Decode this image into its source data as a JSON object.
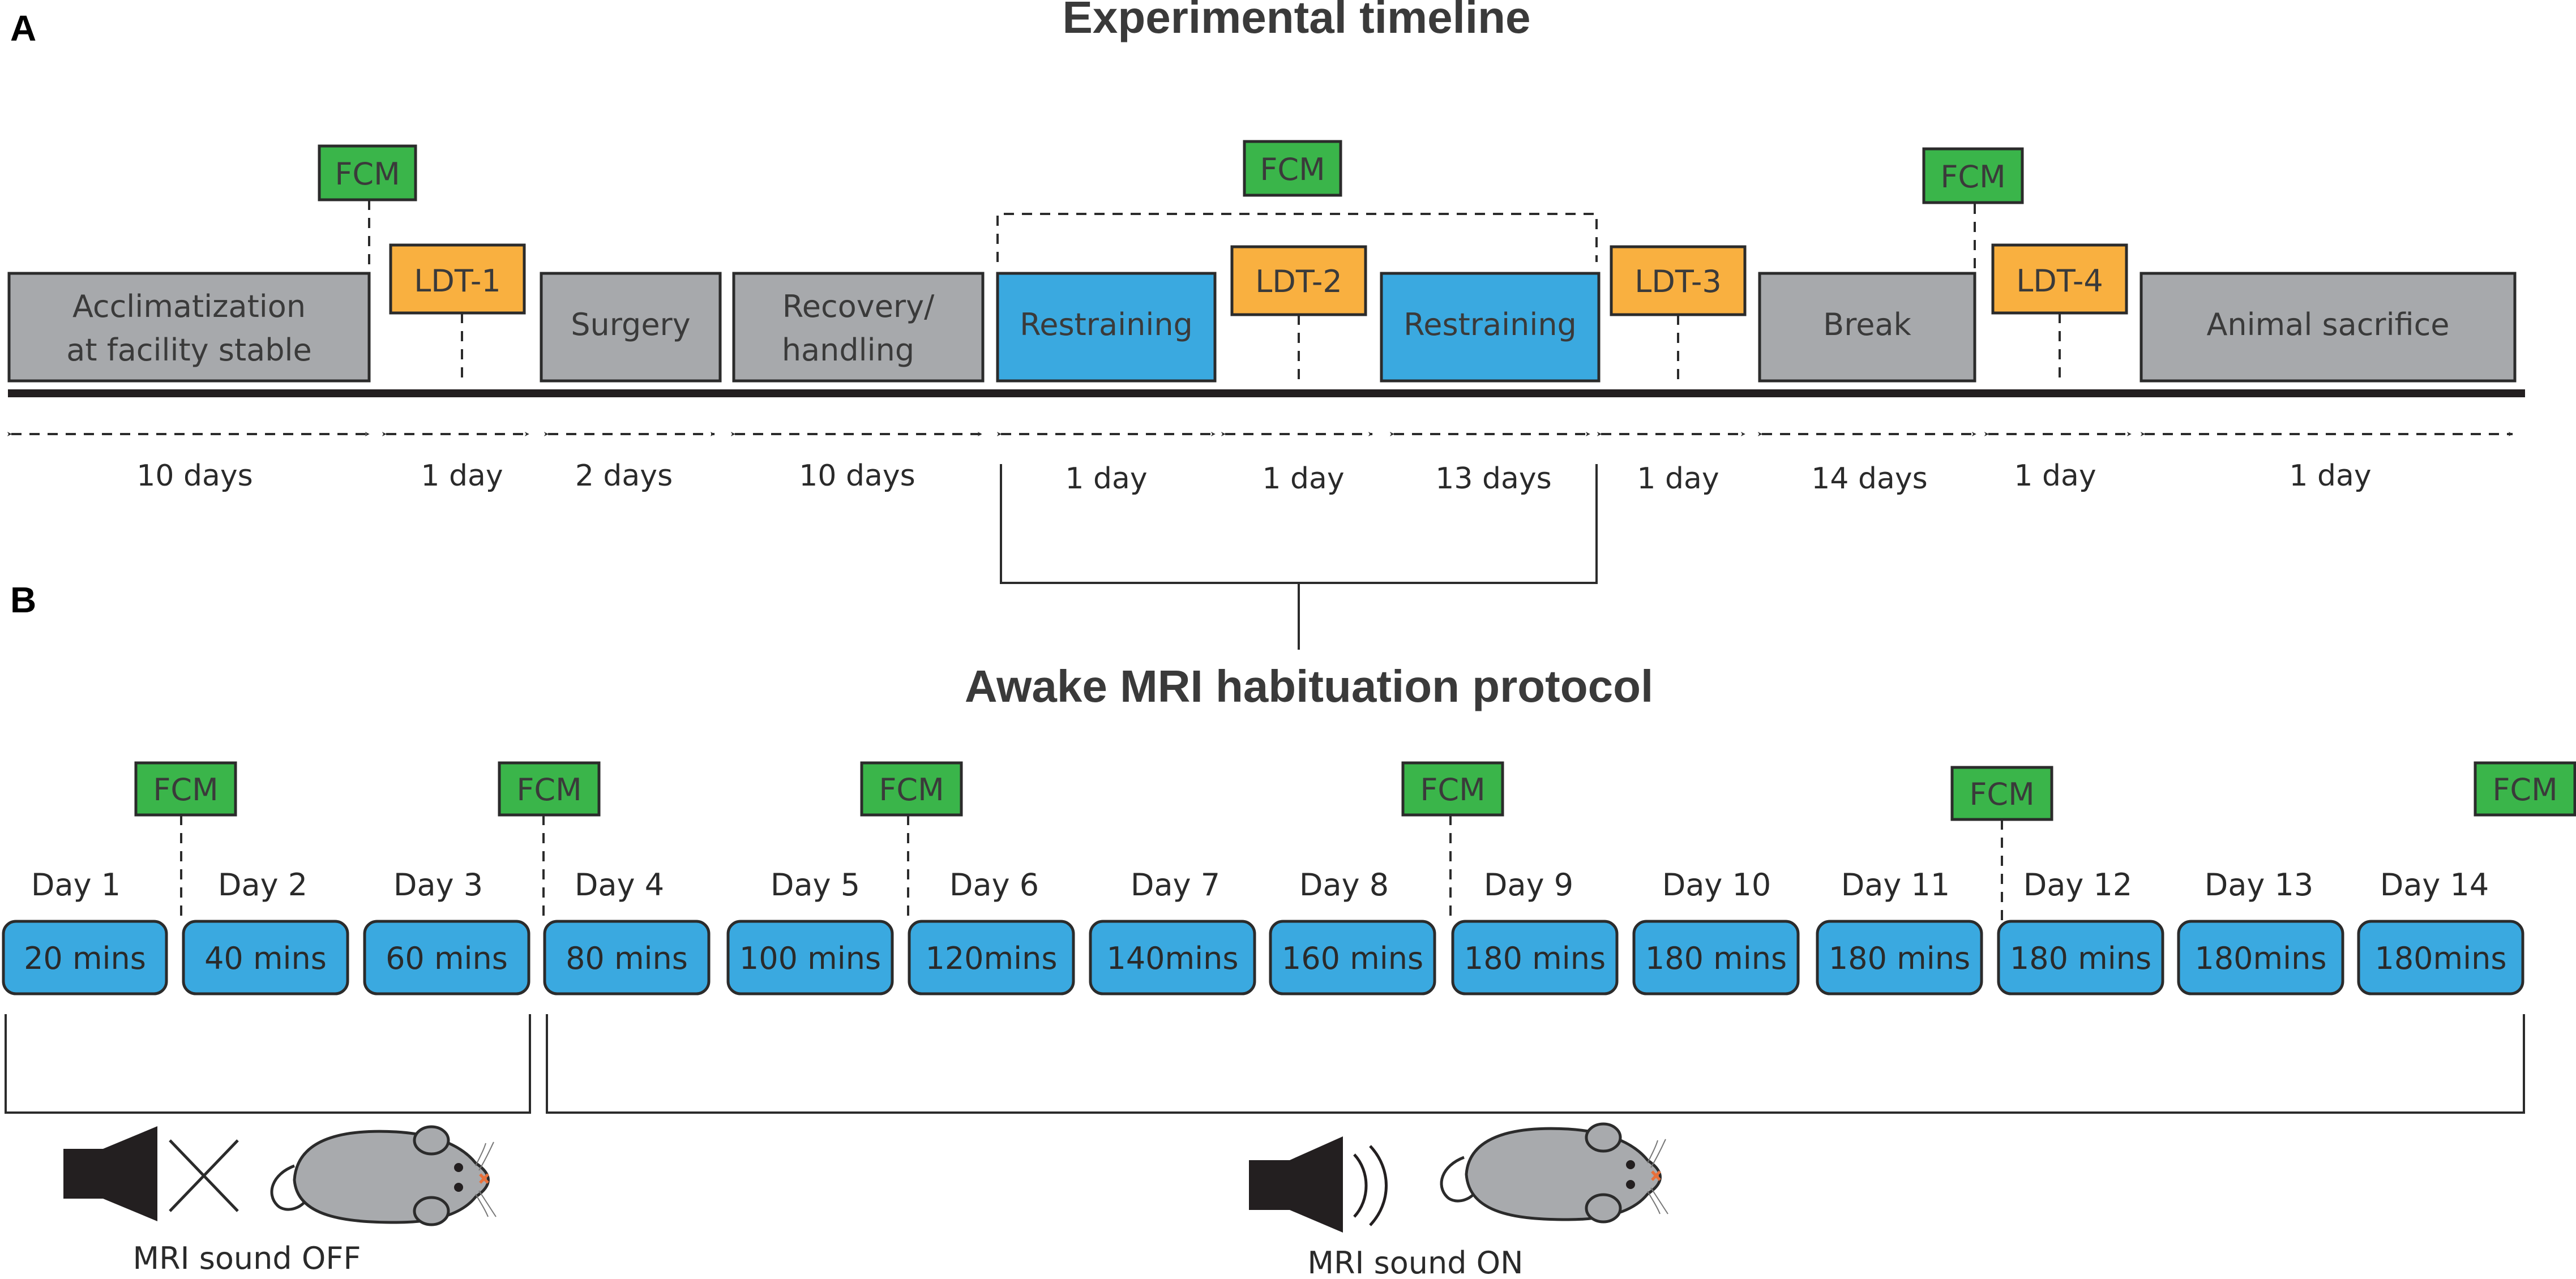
{
  "colors": {
    "gray_box": "#a7a9ac",
    "orange_box": "#f9b040",
    "green_box": "#3ab54a",
    "blue_box": "#3aa9e0",
    "stroke": "#2b2b2b",
    "mouse": "#a8aaad",
    "speaker": "#231f20"
  },
  "panel_a": {
    "letter": "A",
    "title": "Experimental timeline",
    "fcm_label": "FCM",
    "stages": [
      {
        "kind": "gray",
        "lines": [
          "Acclimatization",
          "at facility stable"
        ]
      },
      {
        "kind": "orange",
        "lines": [
          "LDT-1"
        ]
      },
      {
        "kind": "gray",
        "lines": [
          "Surgery"
        ]
      },
      {
        "kind": "gray",
        "lines": [
          "Recovery/",
          "handling"
        ]
      },
      {
        "kind": "blue",
        "lines": [
          "Restraining"
        ]
      },
      {
        "kind": "orange",
        "lines": [
          "LDT-2"
        ]
      },
      {
        "kind": "blue",
        "lines": [
          "Restraining"
        ]
      },
      {
        "kind": "orange",
        "lines": [
          "LDT-3"
        ]
      },
      {
        "kind": "gray",
        "lines": [
          "Break"
        ]
      },
      {
        "kind": "orange",
        "lines": [
          "LDT-4"
        ]
      },
      {
        "kind": "gray",
        "lines": [
          "Animal sacrifice"
        ]
      }
    ],
    "durations": [
      "10 days",
      "1 day",
      "2 days",
      "10 days",
      "1 day",
      "1 day",
      "13 days",
      "1 day",
      "14 days",
      "1 day",
      "1 day"
    ]
  },
  "panel_b": {
    "letter": "B",
    "title": "Awake MRI habituation protocol",
    "fcm_label": "FCM",
    "days": [
      {
        "day": "Day 1",
        "time": "20 mins"
      },
      {
        "day": "Day 2",
        "time": "40 mins"
      },
      {
        "day": "Day 3",
        "time": "60 mins"
      },
      {
        "day": "Day 4",
        "time": "80 mins"
      },
      {
        "day": "Day 5",
        "time": "100 mins"
      },
      {
        "day": "Day 6",
        "time": "120mins"
      },
      {
        "day": "Day 7",
        "time": "140mins"
      },
      {
        "day": "Day 8",
        "time": "160 mins"
      },
      {
        "day": "Day 9",
        "time": "180 mins"
      },
      {
        "day": "Day 10",
        "time": "180 mins"
      },
      {
        "day": "Day 11",
        "time": "180 mins"
      },
      {
        "day": "Day 12",
        "time": "180 mins"
      },
      {
        "day": "Day 13",
        "time": "180mins"
      },
      {
        "day": "Day 14",
        "time": "180mins"
      }
    ],
    "sound_off_label": "MRI sound OFF",
    "sound_on_label": "MRI sound ON"
  }
}
